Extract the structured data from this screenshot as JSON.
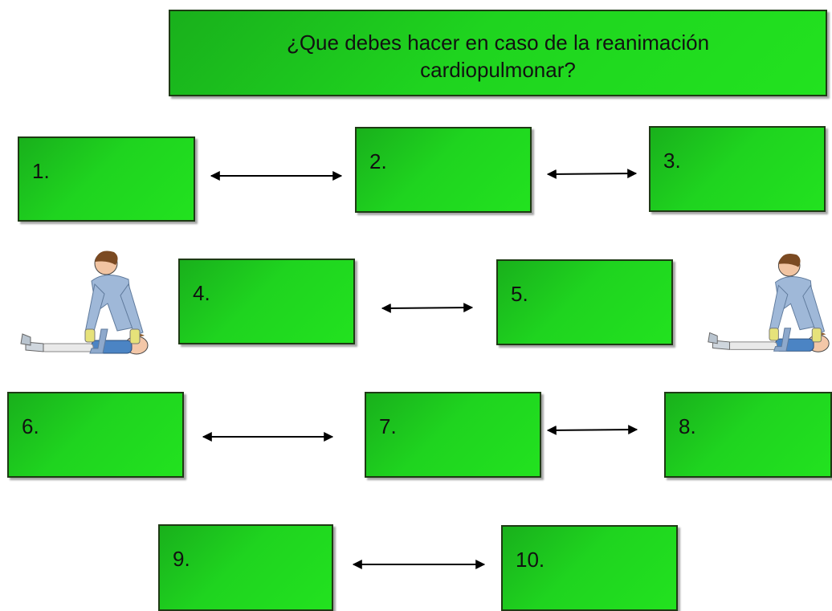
{
  "title": {
    "line1": "¿Que debes hacer en caso de la reanimación",
    "line2": "cardiopulmonar?"
  },
  "boxes": [
    "1.",
    "2.",
    "3.",
    "4.",
    "5.",
    "6.",
    "7.",
    "8.",
    "9.",
    "10."
  ],
  "illustration": {
    "icon": "cpr-rescuer-icon"
  },
  "colors": {
    "box_fill": "#1fd41f",
    "box_border": "#1e3a14",
    "arrow": "#000000"
  }
}
